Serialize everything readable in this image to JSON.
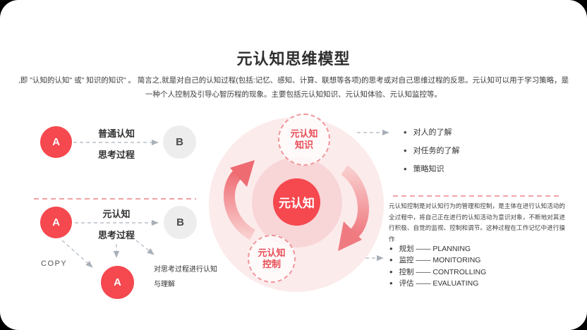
{
  "colors": {
    "accent_red": "#f5484f",
    "pale_pink": "#fcebeb",
    "soft_pink": "#f8d5d7",
    "dashed_circle_red": "#e84e58",
    "divider_pink": "#f3a2a6",
    "arrow_gray": "#b9c0c8",
    "node_gray": "#ededed",
    "text_dark": "#333333"
  },
  "title": "元认知思维模型",
  "intro": {
    "line1": ",即 \"认知的认知\" 或\" 知识的知识\" 。 简言之,就是对自己的认知过程(包括:记忆、感知、计算、联想等各项)的思考或对自己思维过程的反思。元认知可以用于学习策略，是",
    "line2": "一种个人控制及引导心智历程的现象。主要包括元认知知识、元认知体验、元认知监控等。"
  },
  "left_top": {
    "node_a": "A",
    "node_b": "B",
    "heading": "普通认知",
    "subheading": "思考过程"
  },
  "left_bottom": {
    "node_a": "A",
    "node_b": "B",
    "heading": "元认知",
    "subheading": "思考过程",
    "copy_label": "COPY",
    "copy_node": "A",
    "note_line1": "对思考过程进行认知",
    "note_line2": "与理解"
  },
  "center": {
    "core": "元认知",
    "knowledge_line1": "元认知",
    "knowledge_line2": "知识",
    "control_line1": "元认知",
    "control_line2": "控制"
  },
  "right_top": {
    "items": [
      "对人的了解",
      "对任务的了解",
      "策略知识"
    ]
  },
  "right_bottom": {
    "paragraph": "元认知控制是对认知行为的管理和控制，是主体在进行认知活动的全过程中，将自己正在进行的认知活动为意识对象，不断地对其进行积极、自觉的监视、控制和调节。这种过程在工作记忆中进行操作",
    "items": [
      "规划 —— PLANNING",
      "监控 —— MONITORING",
      "控制 —— CONTROLLING",
      "评估 —— EVALUATING"
    ]
  }
}
